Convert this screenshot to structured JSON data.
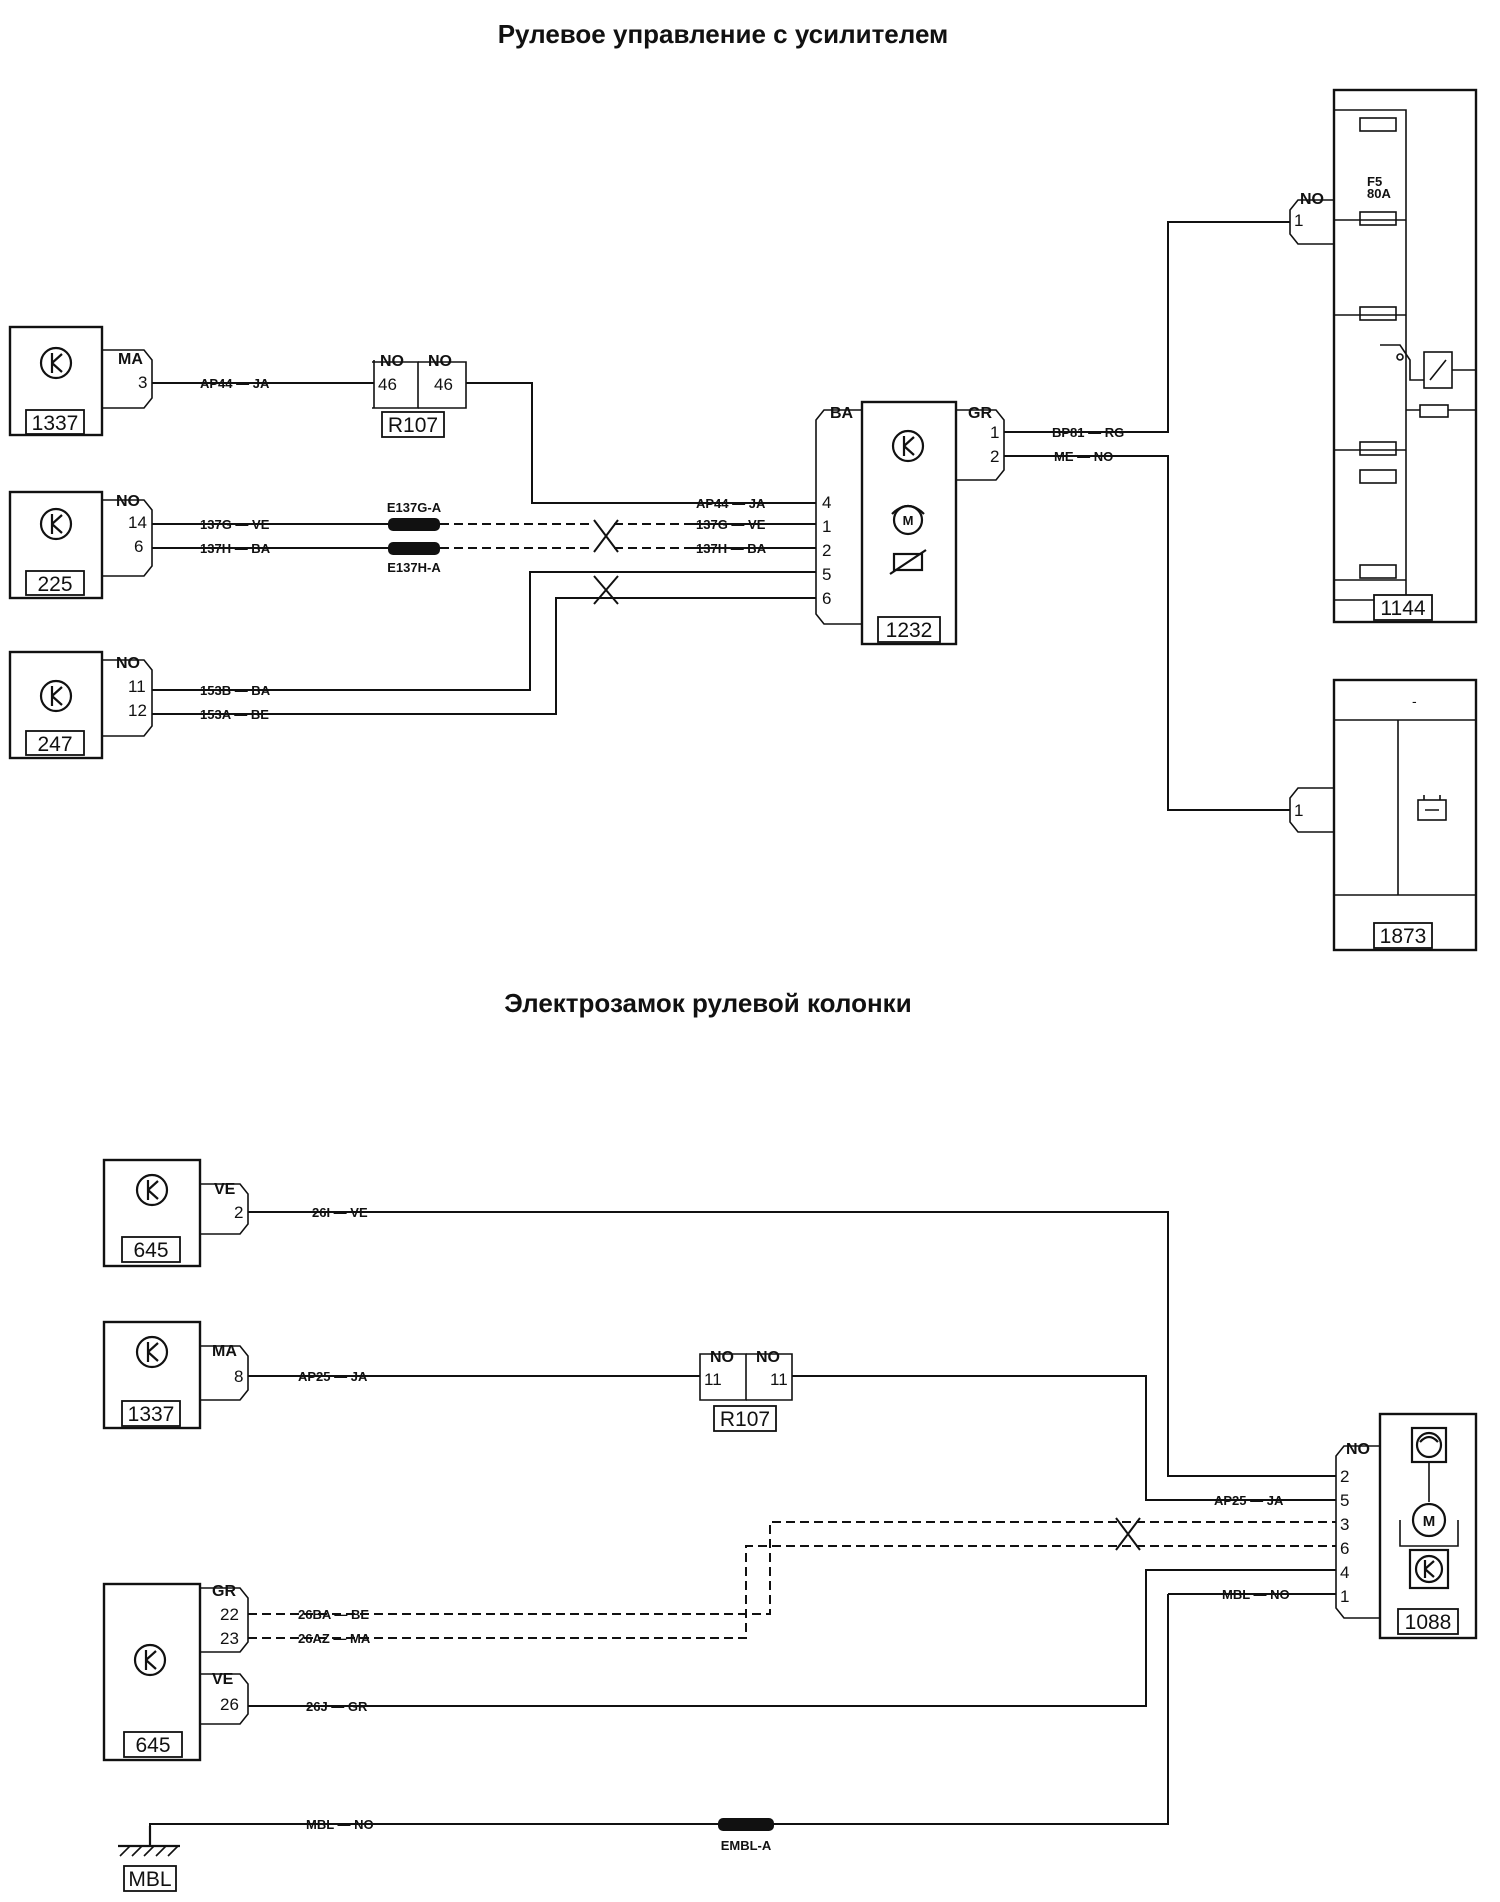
{
  "titles": {
    "top": "Рулевое управление с усилителем",
    "bottom": "Электрозамок рулевой колонки"
  },
  "components": {
    "c1337_top": "1337",
    "c225": "225",
    "c247": "247",
    "r107_top": "R107",
    "c1232": "1232",
    "c1144": "1144",
    "c1873": "1873",
    "c645_top": "645",
    "c1337_bot": "1337",
    "r107_bot": "R107",
    "c1088": "1088",
    "c645_bot": "645",
    "mbl": "MBL"
  },
  "connectors": {
    "c1337_top": "MA",
    "c225": "NO",
    "c247": "NO",
    "r107_top_left": "NO",
    "r107_top_right": "NO",
    "c1232_left": "BA",
    "c1232_right": "GR",
    "c1144": "NO",
    "c645_top": "VE",
    "c1337_bot": "MA",
    "r107_bot_left": "NO",
    "r107_bot_right": "NO",
    "c1088": "NO",
    "c645_bot_gr": "GR",
    "c645_bot_ve": "VE"
  },
  "pins": {
    "c1337_top": "3",
    "c225_a": "14",
    "c225_b": "6",
    "c247_a": "11",
    "c247_b": "12",
    "r107_top_l": "46",
    "r107_top_r": "46",
    "c1232_l1": "4",
    "c1232_l2": "1",
    "c1232_l3": "2",
    "c1232_l4": "5",
    "c1232_l5": "6",
    "c1232_r1": "1",
    "c1232_r2": "2",
    "c1144": "1",
    "c1873": "1",
    "c645_top": "2",
    "c1337_bot": "8",
    "r107_bot_l": "11",
    "r107_bot_r": "11",
    "c1088_1": "2",
    "c1088_2": "5",
    "c1088_3": "3",
    "c1088_4": "6",
    "c1088_5": "4",
    "c1088_6": "1",
    "c645_bot_a": "22",
    "c645_bot_b": "23",
    "c645_bot_c": "26"
  },
  "wires": {
    "ap44_a": "AP44 — JA",
    "w137g_a": "137G — VE",
    "w137h_a": "137H — BA",
    "w153b": "153B — BA",
    "w153a": "153A — BE",
    "ap44_b": "AP44 — JA",
    "w137g_b": "137G — VE",
    "w137h_b": "137H — BA",
    "bp81": "BP81 — RG",
    "me": "ME — NO",
    "w26i": "26I — VE",
    "ap25_a": "AP25 — JA",
    "ap25_b": "AP25 — JA",
    "mbl_a": "MBL — NO",
    "w26ba": "26BA — BE",
    "w26az": "26AZ — MA",
    "w26j": "26J — GR",
    "mbl_b": "MBL — NO"
  },
  "splices": {
    "e137g": "E137G-A",
    "e137h": "E137H-A",
    "embl": "EMBL-A"
  },
  "fuse": {
    "name": "F5",
    "rating": "80A"
  },
  "motor_symbol": "M"
}
